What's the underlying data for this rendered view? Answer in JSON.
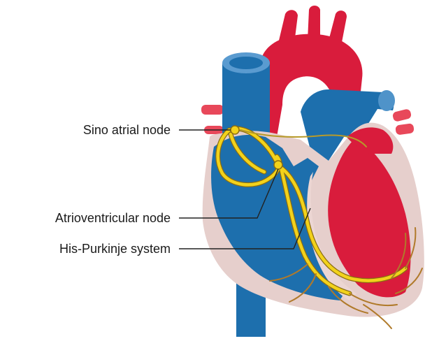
{
  "labels": {
    "sa_node": "Sino atrial node",
    "av_node": "Atrioventricular node",
    "his_purkinje": "His-Purkinje system"
  },
  "colors": {
    "artery_red": "#d91c3c",
    "vein_blue": "#1d6fad",
    "vein_blue_light": "#4f93c9",
    "myocardium": "#e6cfcc",
    "inner_pink": "#ecd6d3",
    "conduction_yellow": "#f2d21b",
    "conduction_outline": "#8a6d12",
    "leader_line": "#222222"
  }
}
